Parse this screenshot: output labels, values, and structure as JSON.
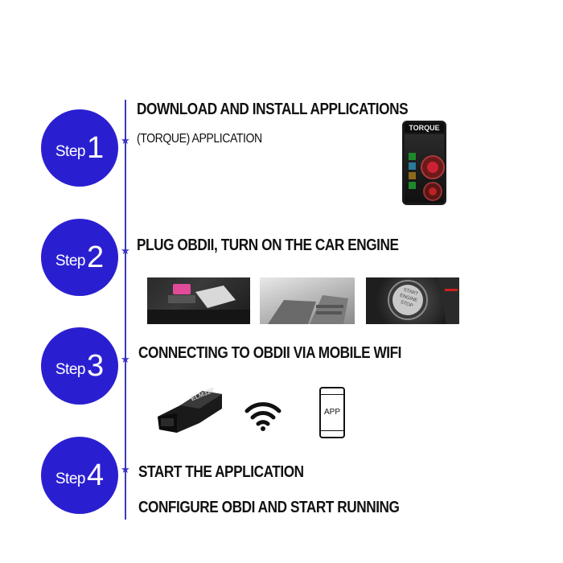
{
  "steps": [
    {
      "word": "Step",
      "number": "1",
      "lines": [
        "DOWNLOAD AND INSTALL APPLICATIONS",
        "(TORQUE) APPLICATION"
      ]
    },
    {
      "word": "Step",
      "number": "2",
      "lines": [
        "PLUG OBDII, TURN ON THE CAR ENGINE"
      ]
    },
    {
      "word": "Step",
      "number": "3",
      "lines": [
        "CONNECTING TO OBDII VIA MOBILE WIFI"
      ]
    },
    {
      "word": "Step",
      "number": "4",
      "lines": [
        "START THE APPLICATION",
        "CONFIGURE OBDI AND START RUNNING"
      ]
    }
  ],
  "torque_screenshot": {
    "title": "TORQUE"
  },
  "engine_button": {
    "lines": [
      "START",
      "ENGINE",
      "STOP"
    ]
  },
  "obd_device": {
    "brand": "ELM327"
  },
  "phone_icon": {
    "label": "APP"
  },
  "colors": {
    "step_circle": "#2a1fd0",
    "timeline": "#3c3cb8",
    "text": "#111111"
  }
}
